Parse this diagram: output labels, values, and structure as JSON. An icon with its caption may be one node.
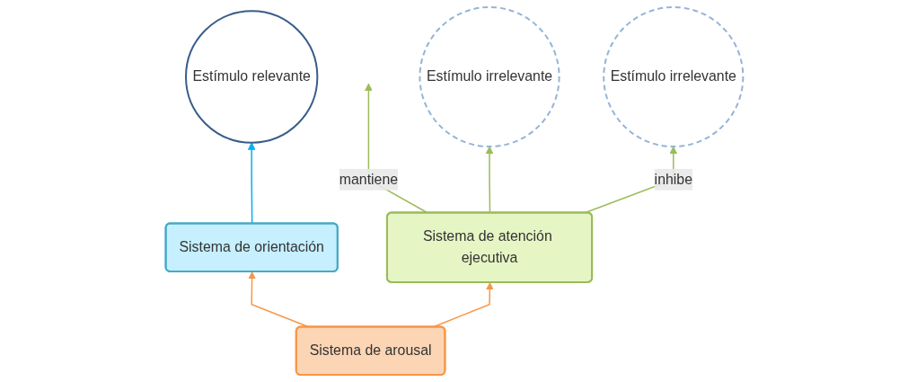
{
  "diagram": {
    "nodes": [
      {
        "text": [
          "Estímulo relevante"
        ]
      },
      {
        "text": [
          "Estímulo irrelevante"
        ]
      },
      {
        "text": [
          "Estímulo irrelevante"
        ]
      },
      {
        "text": [
          "Sistema de orientación"
        ]
      },
      {
        "text": [
          "Sistema de arousal"
        ]
      },
      {
        "text": [
          "Sistema de atención ejecutiva"
        ]
      }
    ],
    "edges": [
      {
        "from": 3,
        "to": 0,
        "arrow": "to",
        "color": "#00b0f0"
      },
      {
        "from": 5,
        "to": null,
        "arrow": "to",
        "label": "mantiene"
      },
      {
        "from": 5,
        "to": 1,
        "arrow": "to"
      },
      {
        "from": 5,
        "to": 2,
        "arrow": "to",
        "label": "inhibe"
      },
      {
        "from": 4,
        "to": 3,
        "arrow": "to",
        "color": "#f79646"
      },
      {
        "from": 4,
        "to": 5,
        "arrow": "to",
        "color": "#f79646"
      }
    ]
  }
}
